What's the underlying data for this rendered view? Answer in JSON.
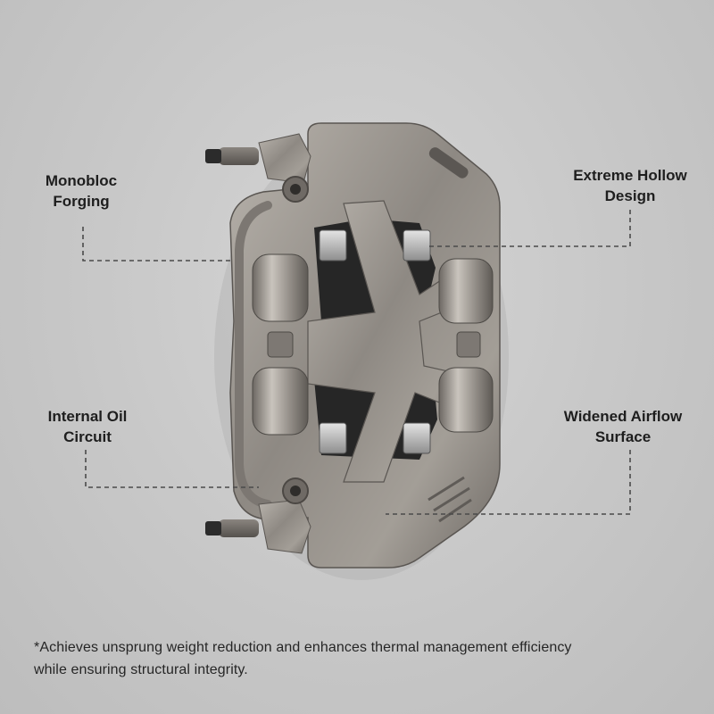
{
  "labels": {
    "monobloc": {
      "line1": "Monobloc",
      "line2": "Forging"
    },
    "internal_oil": {
      "line1": "Internal Oil",
      "line2": "Circuit"
    },
    "extreme_hollow": {
      "line1": "Extreme Hollow",
      "line2": "Design"
    },
    "widened_airflow": {
      "line1": "Widened Airflow",
      "line2": "Surface"
    }
  },
  "footnote": {
    "line1": "*Achieves unsprung weight reduction and enhances thermal management efficiency",
    "line2": "while ensuring structural integrity."
  },
  "colors": {
    "background": "#c9c9c9",
    "label_text": "#1e1e1e",
    "leader_line": "#4a4a4a",
    "metal": "#8f8a84"
  },
  "image": {
    "subject": "brake-caliper"
  }
}
